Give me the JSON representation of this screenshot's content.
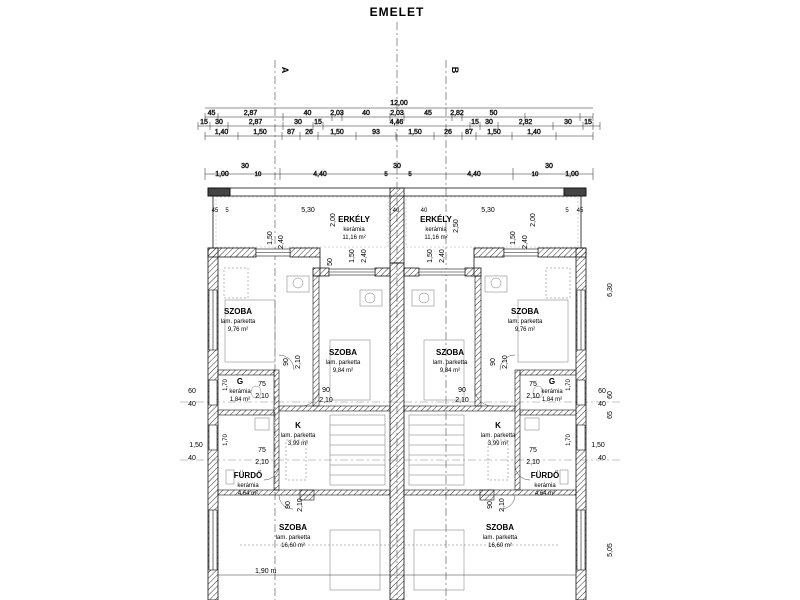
{
  "title": "EMELET",
  "axes": [
    "A",
    "B"
  ],
  "dimensions": {
    "row1_total": "12,00",
    "row2": [
      "45",
      "2,87",
      "40",
      "2,03",
      "40",
      "2,03",
      "45",
      "2,82",
      "50"
    ],
    "row3": [
      "15",
      "30",
      "2,87",
      "30",
      "15",
      "4,46",
      "15",
      "30",
      "2,82",
      "30",
      "15"
    ],
    "row4": [
      "1,40",
      "1,50",
      "87",
      "26",
      "1,50",
      "93",
      "1,50",
      "26",
      "87",
      "1,50",
      "1,40"
    ],
    "row5": [
      "30",
      "4,40",
      "30",
      "4,40",
      "30"
    ],
    "row6": [
      "1,00",
      "10",
      "5",
      "5",
      "10",
      "1,00"
    ],
    "balcony": [
      "45",
      "5",
      "5,30",
      "2,00",
      "40",
      "40",
      "5,30",
      "2,00",
      "5",
      "45"
    ],
    "openings": [
      "1,50",
      "2,40",
      "1,50",
      "2,40",
      "1,50",
      "2,40",
      "1,50",
      "2,40",
      "50",
      "2,50"
    ],
    "doors": [
      "90",
      "2,10",
      "90",
      "2,10",
      "90",
      "2,10",
      "90",
      "2,10",
      "75",
      "2,10",
      "75",
      "2,10",
      "75",
      "2,10",
      "75",
      "2,10",
      "90",
      "2,10",
      "90",
      "2,10"
    ],
    "left_side": [
      "60",
      "40",
      "1,50",
      "40",
      "1,70",
      "1,70"
    ],
    "right_side": [
      "60",
      "40",
      "1,50",
      "40",
      "1,70",
      "1,70",
      "6,30",
      "5,05",
      "65",
      "60"
    ],
    "bottom_note": "1,90 m"
  },
  "rooms": [
    {
      "name": "ERKÉLY",
      "material": "kerámia",
      "area": "11,16 m²"
    },
    {
      "name": "ERKÉLY",
      "material": "kerámia",
      "area": "11,16 m²"
    },
    {
      "name": "SZOBA",
      "material": "lam. parketta",
      "area": "9,76 m²"
    },
    {
      "name": "SZOBA",
      "material": "lam. parketta",
      "area": "9,84 m²"
    },
    {
      "name": "SZOBA",
      "material": "lam. parketta",
      "area": "9,84 m²"
    },
    {
      "name": "SZOBA",
      "material": "lam. parketta",
      "area": "9,76 m²"
    },
    {
      "name": "G",
      "material": "kerámia",
      "area": "1,84 m²"
    },
    {
      "name": "G",
      "material": "kerámia",
      "area": "1,84 m²"
    },
    {
      "name": "K",
      "material": "lam. parketta",
      "area": "3,99 m²"
    },
    {
      "name": "K",
      "material": "lam. parketta",
      "area": "3,99 m²"
    },
    {
      "name": "FÜRDŐ",
      "material": "kerámia",
      "area": "4,64 m²"
    },
    {
      "name": "FÜRDŐ",
      "material": "kerámia",
      "area": "4,64 m²"
    },
    {
      "name": "SZOBA",
      "material": "lam. parketta",
      "area": "16,60 m²"
    },
    {
      "name": "SZOBA",
      "material": "lam. parketta",
      "area": "16,60 m²"
    }
  ]
}
